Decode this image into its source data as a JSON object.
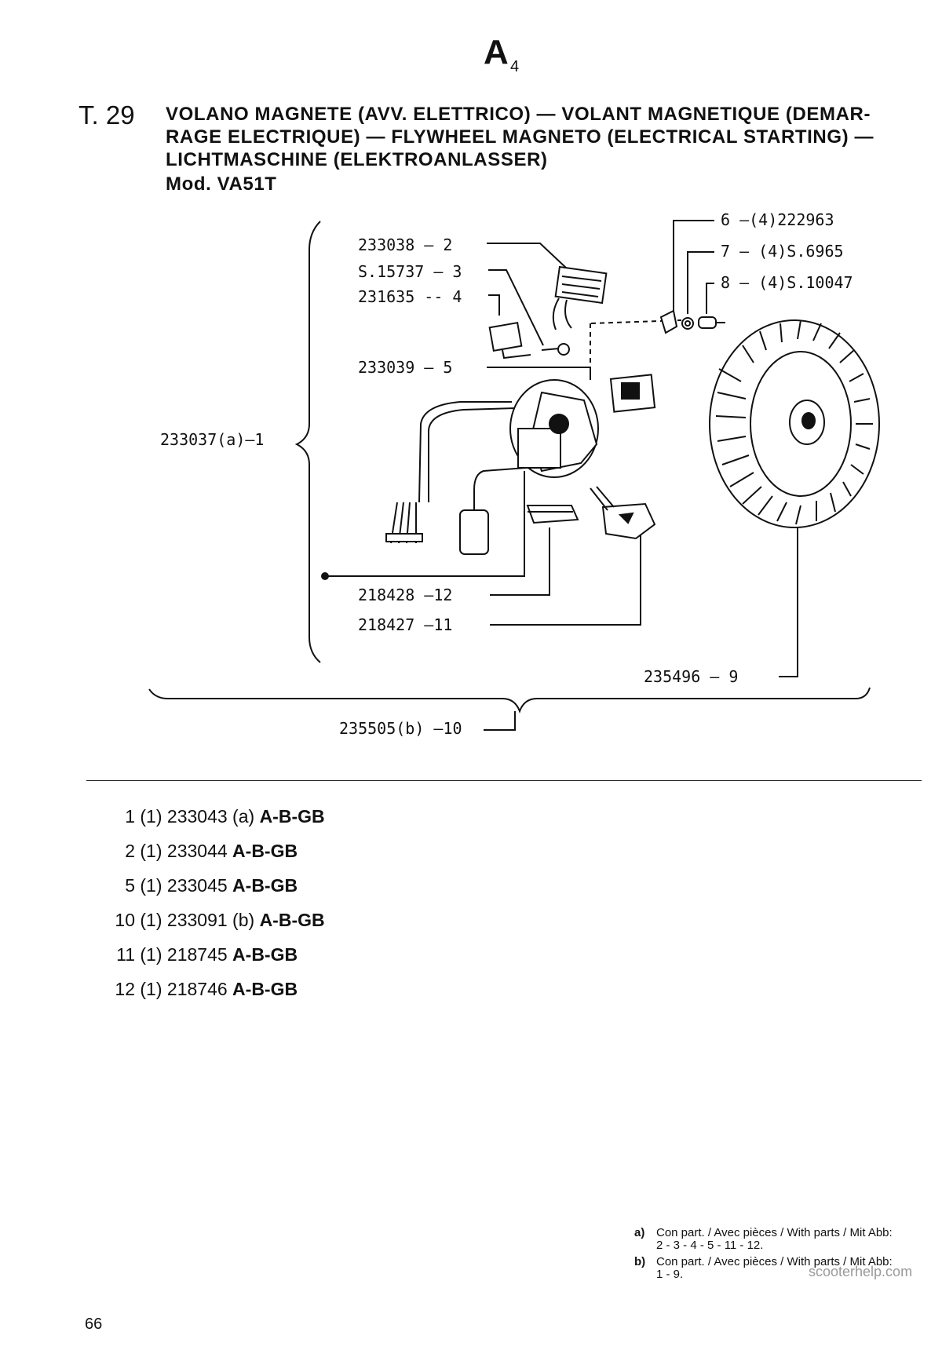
{
  "header": {
    "section_letter": "A",
    "section_sub": "4",
    "table_number": "T. 29"
  },
  "title": {
    "line1": "VOLANO MAGNETE (AVV. ELETTRICO) — VOLANT MAGNETIQUE (DEMAR-",
    "line2": "RAGE ELECTRIQUE) — FLYWHEEL MAGNETO (ELECTRICAL STARTING) —",
    "line3": "LICHTMASCHINE (ELEKTROANLASSER)",
    "model": "Mod. VA51T"
  },
  "callouts": {
    "c1": "233037(a)—1",
    "c2": "233038  —  2",
    "c3": "S.15737 — 3",
    "c4": "231635 -- 4",
    "c5": "233039  —  5",
    "c6": "6 —(4)222963",
    "c7": "7 — (4)S.6965",
    "c8": "8 — (4)S.10047",
    "c9": "235496  —  9",
    "c10": "235505(b) —10",
    "c11": "218427 —11",
    "c12": "218428 —12"
  },
  "parts_list": [
    {
      "index": "1",
      "qty": "(1)",
      "number": "233043",
      "note": "(a)",
      "codes": "A-B-GB"
    },
    {
      "index": "2",
      "qty": "(1)",
      "number": "233044",
      "note": "",
      "codes": "A-B-GB"
    },
    {
      "index": "5",
      "qty": "(1)",
      "number": "233045",
      "note": "",
      "codes": "A-B-GB"
    },
    {
      "index": "10",
      "qty": "(1)",
      "number": "233091",
      "note": "(b)",
      "codes": "A-B-GB"
    },
    {
      "index": "11",
      "qty": "(1)",
      "number": "218745",
      "note": "",
      "codes": "A-B-GB"
    },
    {
      "index": "12",
      "qty": "(1)",
      "number": "218746",
      "note": "",
      "codes": "A-B-GB"
    }
  ],
  "footnotes": {
    "a_tag": "a)",
    "a_line1": "Con part. / Avec pièces / With parts / Mit Abb:",
    "a_line2": "2 - 3 - 4 - 5 - 11 - 12.",
    "b_tag": "b)",
    "b_line1": "Con part. / Avec pièces / With parts / Mit Abb:",
    "b_line2": "1 - 9."
  },
  "watermark": "scooterhelp.com",
  "page_number": "66"
}
